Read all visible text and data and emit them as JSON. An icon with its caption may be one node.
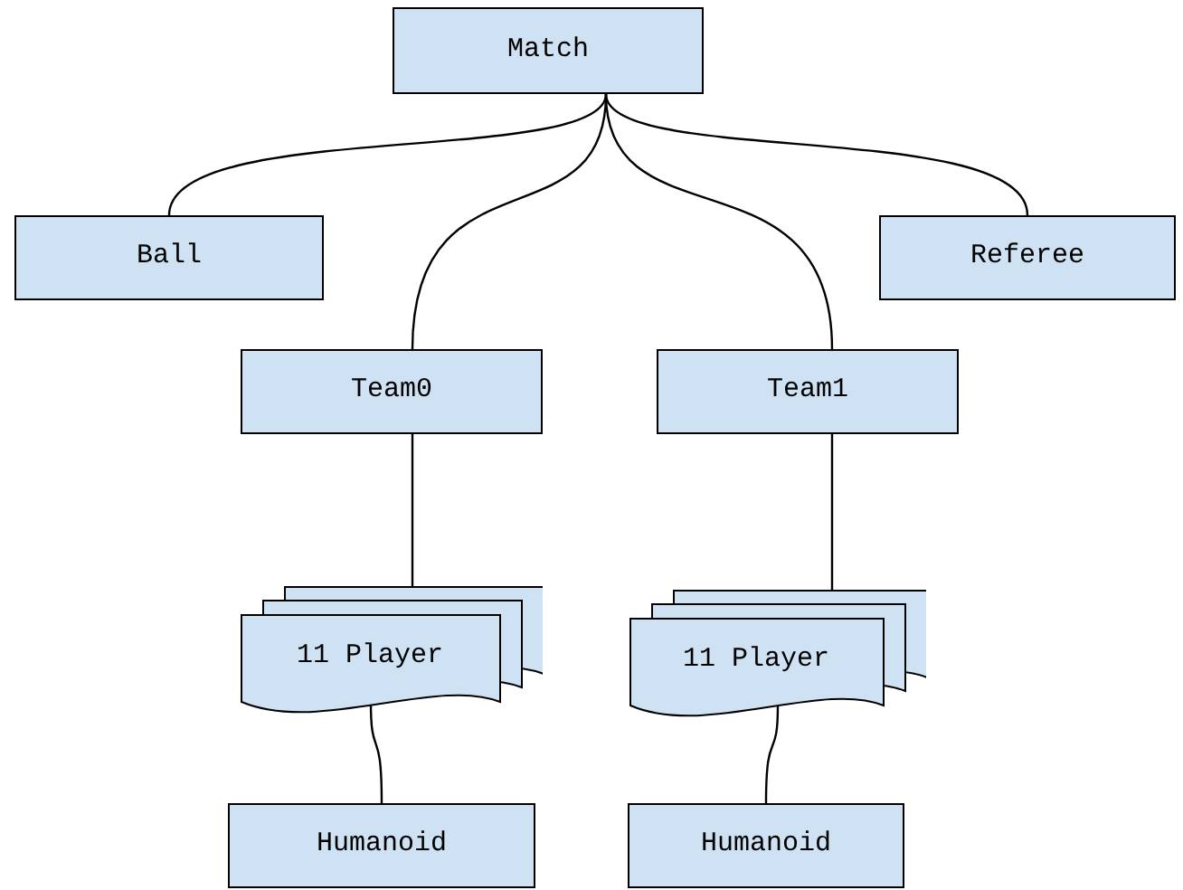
{
  "diagram": {
    "nodes": [
      {
        "text": [
          "Match"
        ]
      },
      {
        "text": [
          "Ball"
        ]
      },
      {
        "text": [
          "Referee"
        ]
      },
      {
        "text": [
          "Team0"
        ]
      },
      {
        "text": [
          "Team1"
        ]
      },
      {
        "text": [
          "11 Player"
        ]
      },
      {
        "text": [
          "11 Player"
        ]
      },
      {
        "text": [
          "Humanoid"
        ]
      },
      {
        "text": [
          "Humanoid"
        ]
      }
    ],
    "edges": [
      {
        "from": 0,
        "to": 1,
        "arrow": "none"
      },
      {
        "from": 0,
        "to": 2,
        "arrow": "none"
      },
      {
        "from": 0,
        "to": 3,
        "arrow": "none"
      },
      {
        "from": 0,
        "to": 4,
        "arrow": "none"
      },
      {
        "from": 3,
        "to": 5,
        "arrow": "none"
      },
      {
        "from": 4,
        "to": 6,
        "arrow": "none"
      },
      {
        "from": 5,
        "to": 7,
        "arrow": "none"
      },
      {
        "from": 6,
        "to": 8,
        "arrow": "none"
      }
    ]
  }
}
